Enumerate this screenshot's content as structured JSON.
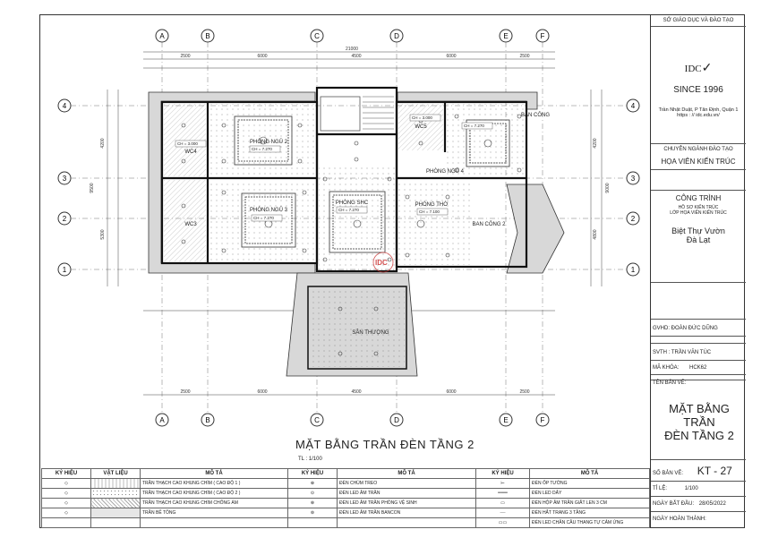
{
  "plan": {
    "grid_cols": [
      "A",
      "B",
      "C",
      "D",
      "E",
      "F"
    ],
    "grid_rows": [
      "4",
      "3",
      "2",
      "1"
    ],
    "dim_total": "21000",
    "dim_bays": [
      "2500",
      "6000",
      "4500",
      "6000",
      "2500"
    ],
    "dim_bays_bottom": [
      "2500",
      "6000",
      "4500",
      "6000",
      "2500"
    ],
    "dim_left": [
      "4200",
      "5300"
    ],
    "dim_left_total": "9500",
    "dim_right": [
      "4200",
      "4800"
    ],
    "dim_right_total": "9000",
    "rooms": {
      "pn2": "PHÒNG NGỦ 2",
      "pn3": "PHÒNG NGỦ 3",
      "pn4": "PHÒNG NGỦ 4",
      "shc": "PHÒNG SHC",
      "pt": "PHÒNG THỜ",
      "wc4": "WC4",
      "wc3": "WC3",
      "wc5": "WC5",
      "ban_cong": "BAN CÔNG",
      "ban_cong2": "BAN CÔNG 2",
      "san_thuong": "SÂN THƯỢNG"
    },
    "levels": {
      "pn2": "CH = 7.270",
      "pn3": "CH = 7.270",
      "shc": "CH = 7.270",
      "pt": "CH = 7.100",
      "wc4": "CH = 3.000",
      "wc5": "CH = 3.000",
      "pn4": "CH = 7.270"
    },
    "logo_text": "IDC",
    "title": "MẶT BẰNG TRẦN ĐÈN TẦNG 2",
    "scale": "TL : 1/100"
  },
  "legend": {
    "headers": [
      "KÝ HIỆU",
      "VẬT LIỆU",
      "MÔ TẢ",
      "KÝ HIỆU",
      "MÔ TẢ",
      "KÝ HIỆU",
      "MÔ TẢ"
    ],
    "rows": [
      [
        "TRẦN THẠCH CAO KHUNG CHÌM ( CAO ĐỘ 1 )",
        "ĐÈN CHÙM TREO",
        "ĐÈN ỐP TƯỜNG"
      ],
      [
        "TRẦN THẠCH CAO KHUNG CHÌM ( CAO ĐỘ 2 )",
        "ĐÈN LED ÂM TRẦN",
        "ĐÈN LED DÂY"
      ],
      [
        "TRẦN THẠCH CAO KHUNG CHÌM CHỐNG ẨM",
        "ĐÈN LED ÂM TRẦN PHÒNG VỆ SINH",
        "ĐÈN HỘP ÂM TRẦN GIẮT LEN 3 CM"
      ],
      [
        "TRẦN BÊ TÔNG",
        "ĐÈN LED ÂM TRẦN BANCON",
        "ĐÈN HẮT TRANG 3 TẦNG"
      ],
      [
        "",
        "",
        "ĐÈN LED CHÂN CẦU THANG TỰ CẢM ỨNG"
      ]
    ]
  },
  "titleblock": {
    "org": "SỞ GIÁO DỤC VÀ ĐÀO TẠO",
    "brand": "IDC",
    "since": "SINCE 1996",
    "address": "Trần Nhật Duật, P Tân Định, Quận 1",
    "url": "https : // idc.edu.vn/",
    "training": "CHUYÊN NGÀNH ĐÀO TẠO",
    "major": "HỌA VIÊN KIẾN TRÚC",
    "project_label": "CÔNG TRÌNH",
    "project_sub1": "HỒ SƠ KIẾN TRÚC",
    "project_sub2": "LỚP HỌA VIÊN KIẾN TRÚC",
    "project_name1": "Biệt Thự Vườn",
    "project_name2": "Đà Lạt",
    "gvhd": "GVHD: ĐOÀN ĐỨC DŨNG",
    "svth": "SVTH : TRẦN VĂN TÚC",
    "course": "MÃ KHÓA:",
    "course_val": "HCK62",
    "drawing_label": "TÊN BẢN VẼ:",
    "drawing_name1": "MẶT BẰNG TRẦN",
    "drawing_name2": "ĐÈN TẦNG 2",
    "sheet_label": "SỐ BẢN VẼ:",
    "sheet_no": "KT - 27",
    "scale_label": "TỈ LỆ:",
    "scale_val": "1/100",
    "start_label": "NGÀY BẮT ĐẦU:",
    "start_val": "28/05/2022",
    "finish_label": "NGÀY HOÀN THÀNH:"
  }
}
